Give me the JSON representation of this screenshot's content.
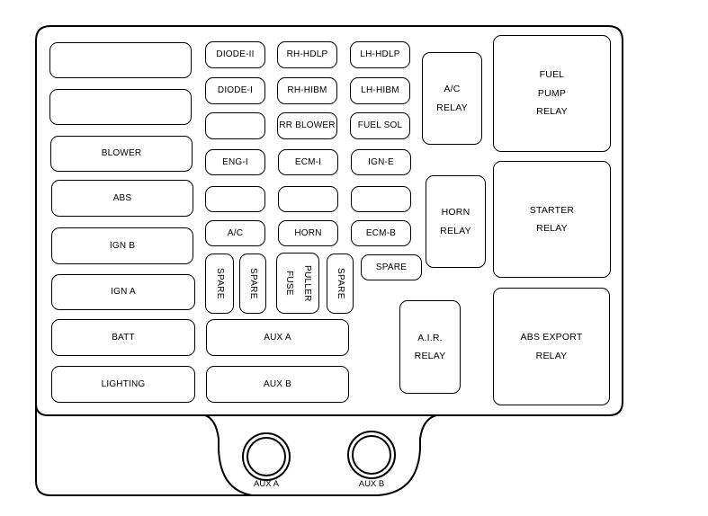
{
  "diagram": {
    "left_column": [
      {
        "label": ""
      },
      {
        "label": ""
      },
      {
        "label": "BLOWER"
      },
      {
        "label": "ABS"
      },
      {
        "label": "IGN B"
      },
      {
        "label": "IGN A"
      },
      {
        "label": "BATT"
      },
      {
        "label": "LIGHTING"
      }
    ],
    "mini_fuses": {
      "row1": [
        "DIODE-II",
        "RH-HDLP",
        "LH-HDLP"
      ],
      "row2": [
        "DIODE-I",
        "RH-HIBM",
        "LH-HIBM"
      ],
      "row3": [
        "",
        "RR BLOWER",
        "FUEL SOL"
      ],
      "row4": [
        "ENG-I",
        "ECM-I",
        "IGN-E"
      ],
      "row5": [
        "",
        "",
        ""
      ],
      "row6": [
        "A/C",
        "HORN",
        "ECM-B"
      ]
    },
    "vertical_fuses": {
      "spare1": "SPARE",
      "spare2": "SPARE",
      "fuse_puller_line1": "FUSE",
      "fuse_puller_line2": "PULLER",
      "spare3": "SPARE"
    },
    "spare_horizontal": "SPARE",
    "maxi_fuses": {
      "aux_a": "AUX A",
      "aux_b": "AUX B"
    },
    "relays": {
      "ac": [
        "A/C",
        "RELAY"
      ],
      "horn": [
        "HORN",
        "RELAY"
      ],
      "air": [
        "A.I.R.",
        "RELAY"
      ],
      "fuel_pump": [
        "FUEL",
        "PUMP",
        "RELAY"
      ],
      "starter": [
        "STARTER",
        "RELAY"
      ],
      "abs_export": [
        "ABS EXPORT",
        "RELAY"
      ]
    },
    "connectors": {
      "aux_a": "AUX A",
      "aux_b": "AUX B"
    }
  }
}
